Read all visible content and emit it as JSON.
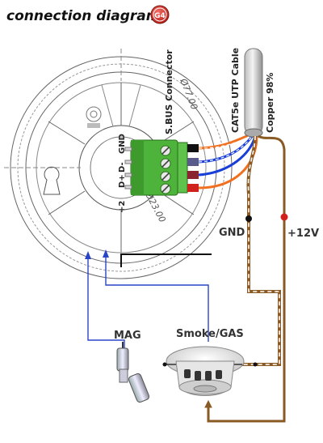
{
  "header": {
    "title": "connection diagram",
    "badge": "G4"
  },
  "labels": {
    "sbus": "S.BUS Connector",
    "cable": "CAT5e UTP Cable",
    "copper": "Copper 98%",
    "pin_plus": "+2",
    "pin_dplus": "D+",
    "pin_dminus": "D-",
    "pin_gnd": "GND",
    "dim_top": "Ø77.00",
    "dim_inner": "Ø23.00",
    "gnd": "GND",
    "v12": "+12V",
    "mag": "MAG",
    "smoke": "Smoke/GAS"
  },
  "colors": {
    "badge": "#d9312a",
    "terminal_green": "#4db33a",
    "wire_orange": "#f07020",
    "wire_blue": "#1a3fd8",
    "brown_wire": "#8a5a24",
    "junction_red": "#d0211c",
    "junction_black": "#111111",
    "sensor_wire": "#2a44c8"
  }
}
